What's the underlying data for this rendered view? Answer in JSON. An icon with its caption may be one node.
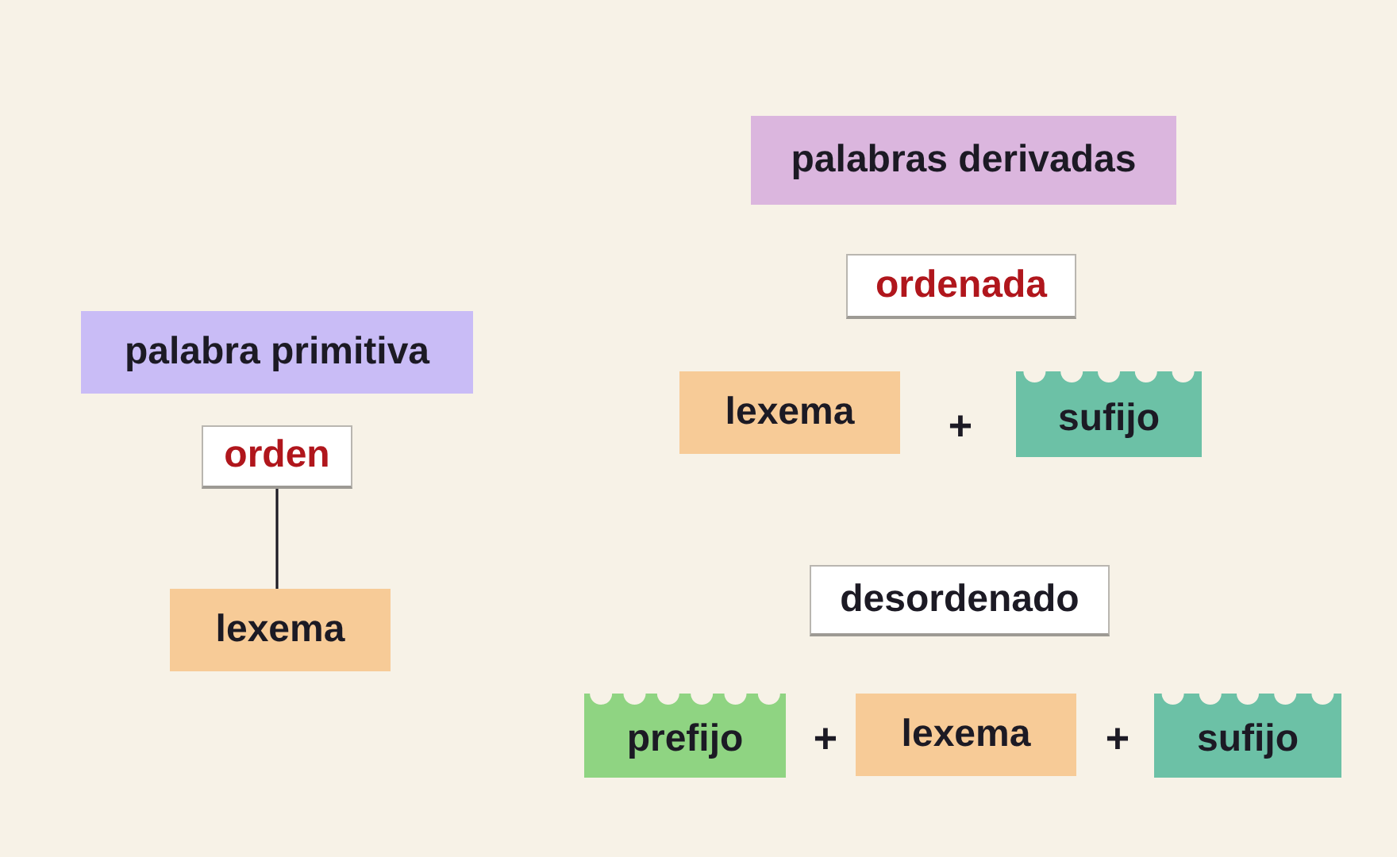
{
  "diagram": {
    "nodes": [
      {
        "text": [
          "palabra primitiva"
        ]
      },
      {
        "text": [
          "orden"
        ]
      },
      {
        "text": [
          "lexema"
        ]
      },
      {
        "text": [
          "palabras derivadas"
        ]
      },
      {
        "text": [
          "ordenada"
        ]
      },
      {
        "text": [
          "lexema"
        ]
      },
      {
        "text": [
          "sufijo"
        ]
      },
      {
        "text": [
          "desordenado"
        ]
      },
      {
        "text": [
          "prefijo"
        ]
      },
      {
        "text": [
          "lexema"
        ]
      },
      {
        "text": [
          "sufijo"
        ]
      }
    ],
    "edges": [
      {
        "from": 1,
        "to": 2,
        "arrow": "none"
      }
    ],
    "labels": [
      "+",
      "+",
      "+"
    ]
  }
}
